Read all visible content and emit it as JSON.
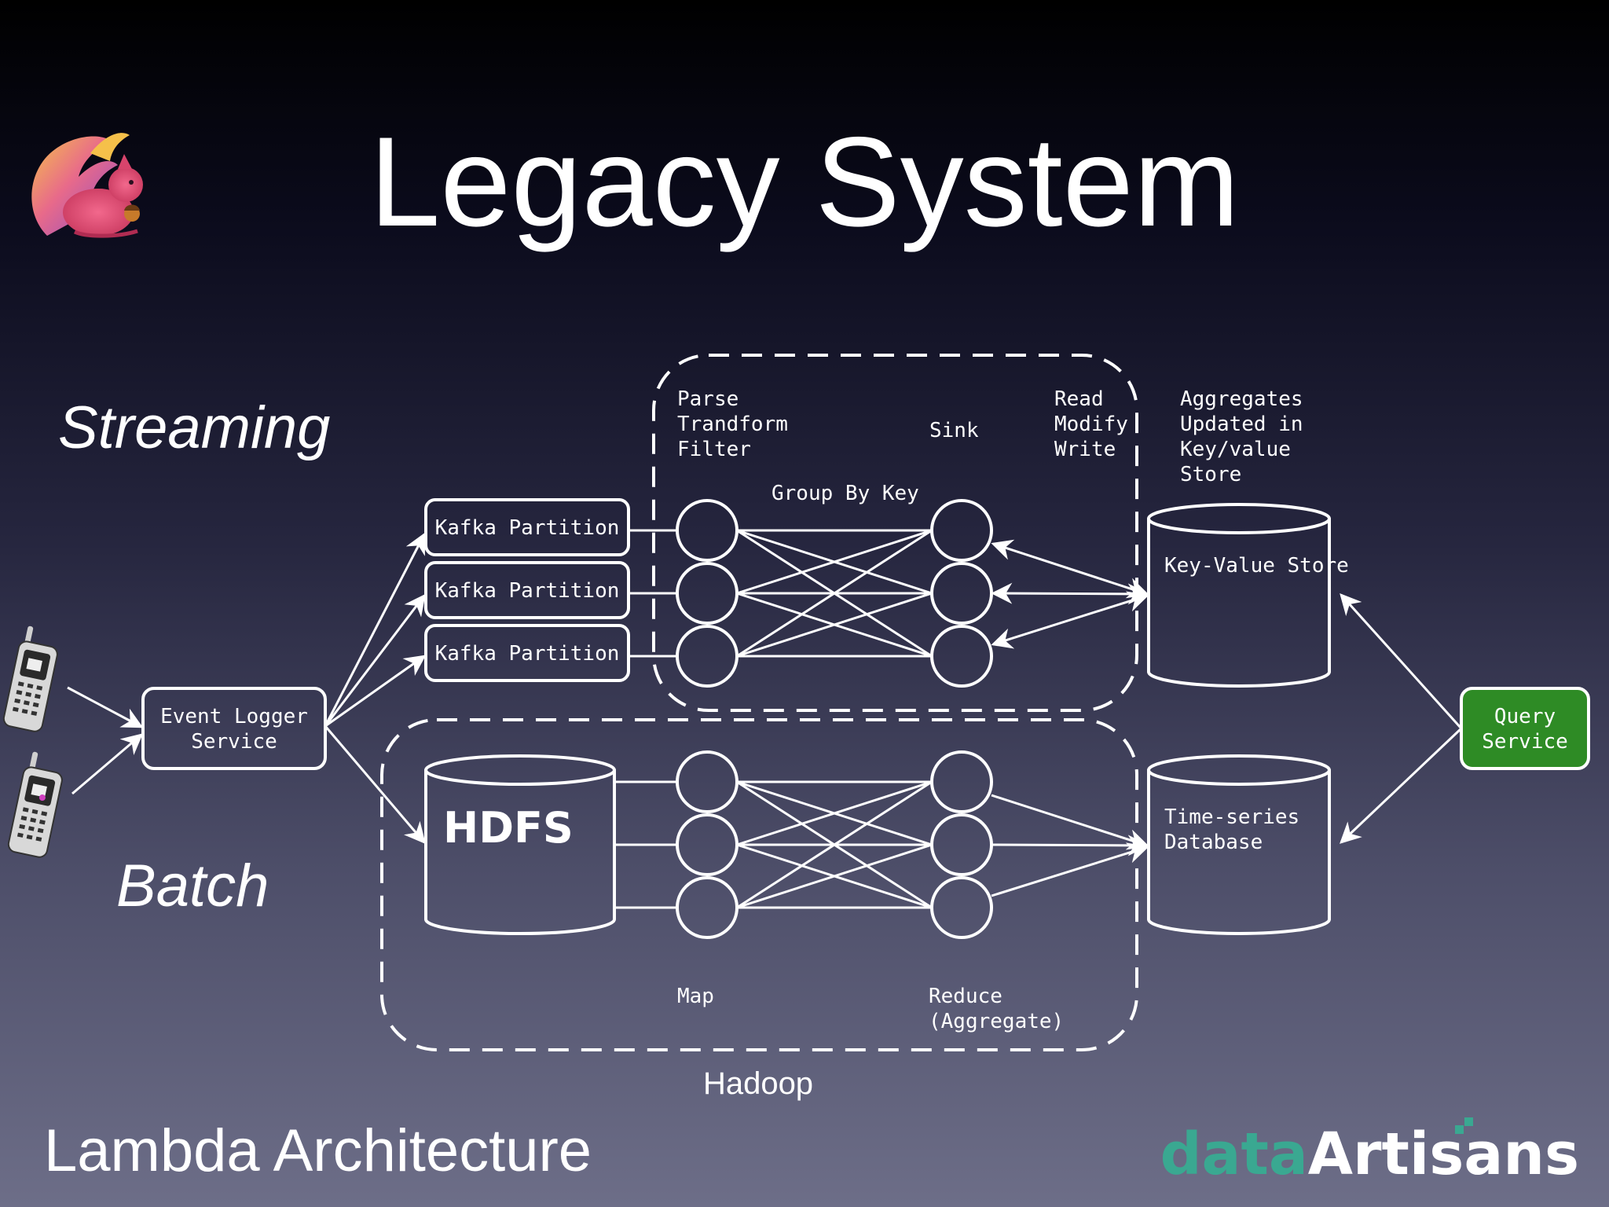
{
  "slide": {
    "title": "Legacy System",
    "footer_left": "Lambda Architecture",
    "brand": {
      "part1": "data",
      "part2": "Artisans",
      "part1_color": "#3aa891",
      "part2_color": "#ffffff"
    }
  },
  "labels": {
    "streaming": "Streaming",
    "batch": "Batch",
    "hadoop": "Hadoop"
  },
  "nodes": {
    "event_logger": [
      "Event Logger",
      "Service"
    ],
    "kafka": [
      "Kafka Partition",
      "Kafka Partition",
      "Kafka Partition"
    ],
    "hdfs": "HDFS",
    "kv_store": "Key-Value Store",
    "ts_db": [
      "Time-series",
      "Database"
    ],
    "query_service": [
      "Query",
      "Service"
    ]
  },
  "annotations": {
    "parse": [
      "Parse",
      "Trandform",
      "Filter"
    ],
    "sink": "Sink",
    "read_modify_write": [
      "Read",
      "Modify",
      "Write"
    ],
    "aggregates": [
      "Aggregates",
      "Updated in",
      "Key/value",
      "Store"
    ],
    "group_by_key": "Group By Key",
    "map": "Map",
    "reduce": [
      "Reduce",
      "(Aggregate)"
    ]
  },
  "icons": {
    "logo": "squirrel-logo-icon",
    "phone": "mobile-phone-icon"
  },
  "colors": {
    "line": "#ffffff",
    "query_service_fill": "#2e8b25"
  }
}
